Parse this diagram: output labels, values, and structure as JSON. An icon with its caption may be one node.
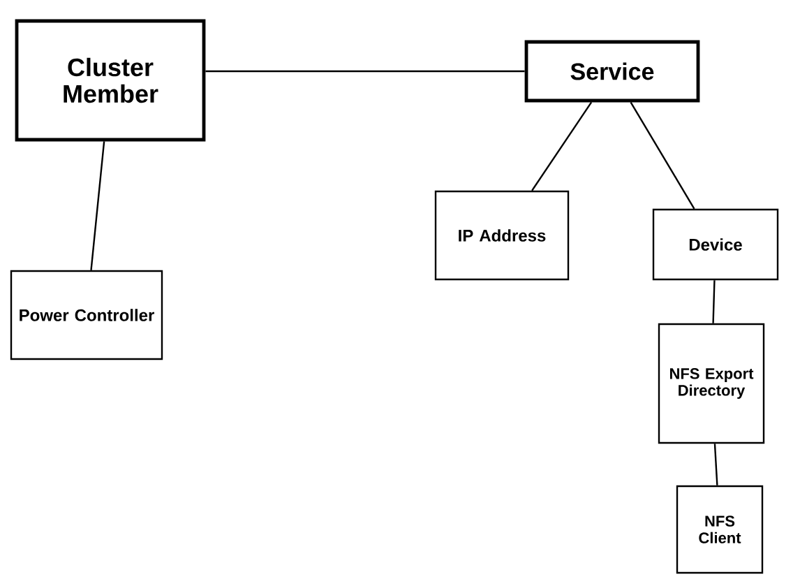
{
  "diagram": {
    "nodes": [
      {
        "text": [
          "Cluster Member"
        ]
      },
      {
        "text": [
          "Service"
        ]
      },
      {
        "text": [
          "Power Controller"
        ]
      },
      {
        "text": [
          "IP Address"
        ]
      },
      {
        "text": [
          "Device"
        ]
      },
      {
        "text": [
          "NFS Export Directory"
        ]
      },
      {
        "text": [
          "NFS Client"
        ]
      }
    ],
    "edges": [
      {
        "from": 0,
        "to": 1,
        "arrow": "none"
      },
      {
        "from": 0,
        "to": 2,
        "arrow": "none"
      },
      {
        "from": 1,
        "to": 3,
        "arrow": "none"
      },
      {
        "from": 1,
        "to": 4,
        "arrow": "none"
      },
      {
        "from": 4,
        "to": 5,
        "arrow": "none"
      },
      {
        "from": 5,
        "to": 6,
        "arrow": "none"
      }
    ]
  }
}
